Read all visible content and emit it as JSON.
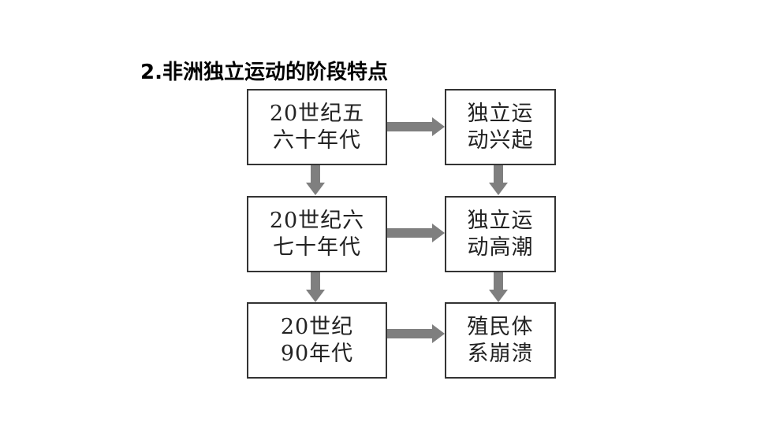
{
  "title": "2.非洲独立运动的阶段特点",
  "periods": [
    {
      "line1": "20世纪五",
      "line2": "六十年代"
    },
    {
      "line1": "20世纪六",
      "line2": "七十年代"
    },
    {
      "line1": "20世纪",
      "line2": "90年代"
    }
  ],
  "stages": [
    {
      "line1": "独立运",
      "line2": "动兴起"
    },
    {
      "line1": "独立运",
      "line2": "动高潮"
    },
    {
      "line1": "殖民体",
      "line2": "系崩溃"
    }
  ],
  "colors": {
    "arrow": "#7f7f7f",
    "border": "#333333"
  }
}
